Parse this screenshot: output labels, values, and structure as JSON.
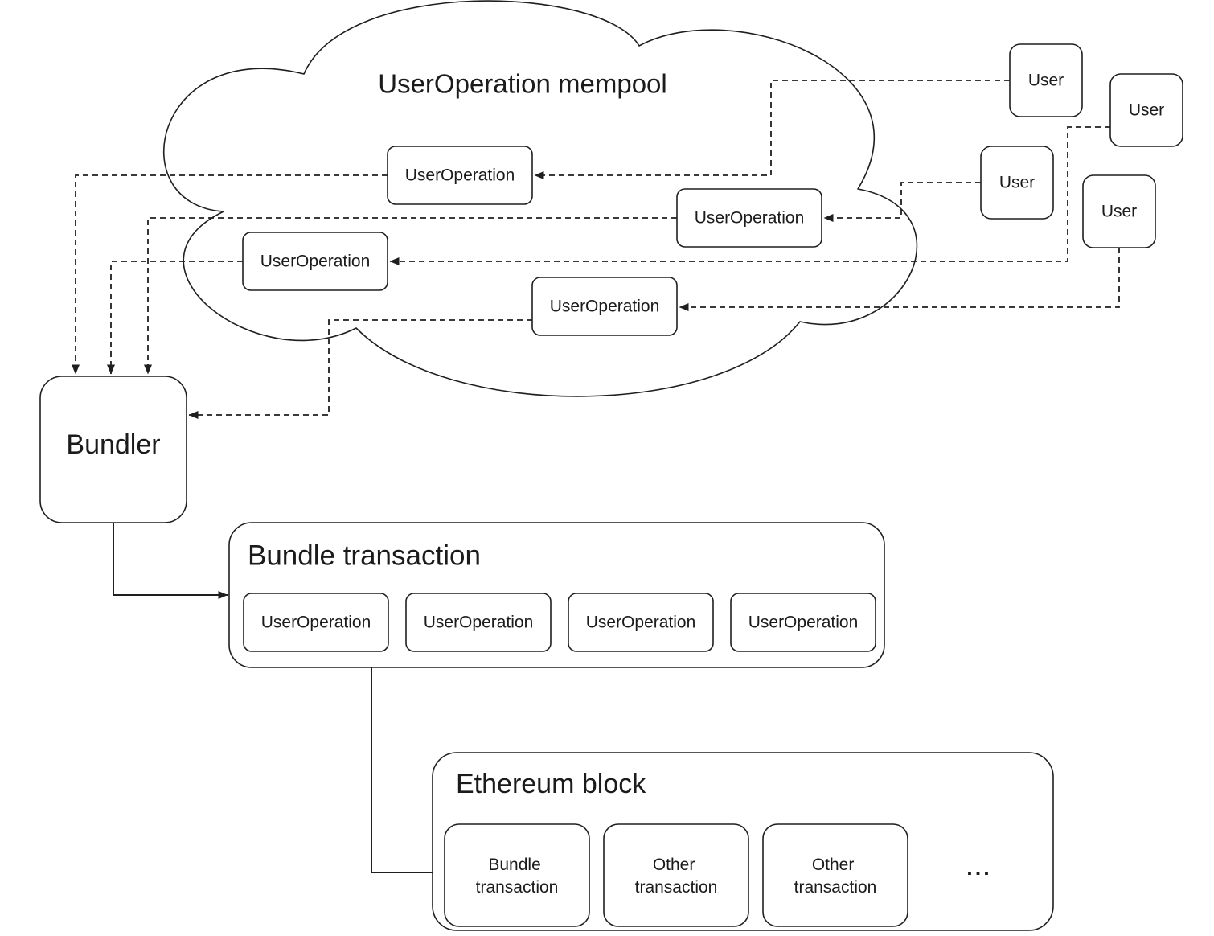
{
  "colors": {
    "stroke": "#1f1f1f",
    "text": "#1b1b1b",
    "background": "#ffffff"
  },
  "mempool": {
    "title": "UserOperation mempool",
    "nodes": [
      {
        "label": "UserOperation"
      },
      {
        "label": "UserOperation"
      },
      {
        "label": "UserOperation"
      },
      {
        "label": "UserOperation"
      }
    ]
  },
  "users": [
    {
      "label": "User"
    },
    {
      "label": "User"
    },
    {
      "label": "User"
    },
    {
      "label": "User"
    }
  ],
  "bundler": {
    "label": "Bundler"
  },
  "bundle_transaction": {
    "title": "Bundle transaction",
    "nodes": [
      {
        "label": "UserOperation"
      },
      {
        "label": "UserOperation"
      },
      {
        "label": "UserOperation"
      },
      {
        "label": "UserOperation"
      }
    ]
  },
  "ethereum_block": {
    "title": "Ethereum block",
    "nodes": [
      {
        "line1": "Bundle",
        "line2": "transaction"
      },
      {
        "line1": "Other",
        "line2": "transaction"
      },
      {
        "line1": "Other",
        "line2": "transaction"
      }
    ],
    "more": "..."
  },
  "edges": [
    {
      "from": "user-1",
      "to": "mempool-useroperation-1",
      "style": "dashed-arrow"
    },
    {
      "from": "user-2",
      "to": "mempool-useroperation-3",
      "style": "dashed-arrow"
    },
    {
      "from": "user-3",
      "to": "mempool-useroperation-2",
      "style": "dashed-arrow"
    },
    {
      "from": "user-4",
      "to": "mempool-useroperation-4",
      "style": "dashed-arrow"
    },
    {
      "from": "mempool-useroperation-1",
      "to": "bundler",
      "style": "dashed-arrow"
    },
    {
      "from": "mempool-useroperation-2",
      "to": "bundler",
      "style": "dashed-arrow"
    },
    {
      "from": "mempool-useroperation-3",
      "to": "bundler",
      "style": "dashed-arrow"
    },
    {
      "from": "mempool-useroperation-4",
      "to": "bundler",
      "style": "dashed-arrow"
    },
    {
      "from": "bundler",
      "to": "bundle-transaction",
      "style": "solid-arrow"
    },
    {
      "from": "bundle-transaction",
      "to": "ethereum-block-bundle-transaction",
      "style": "solid-arrow"
    }
  ]
}
